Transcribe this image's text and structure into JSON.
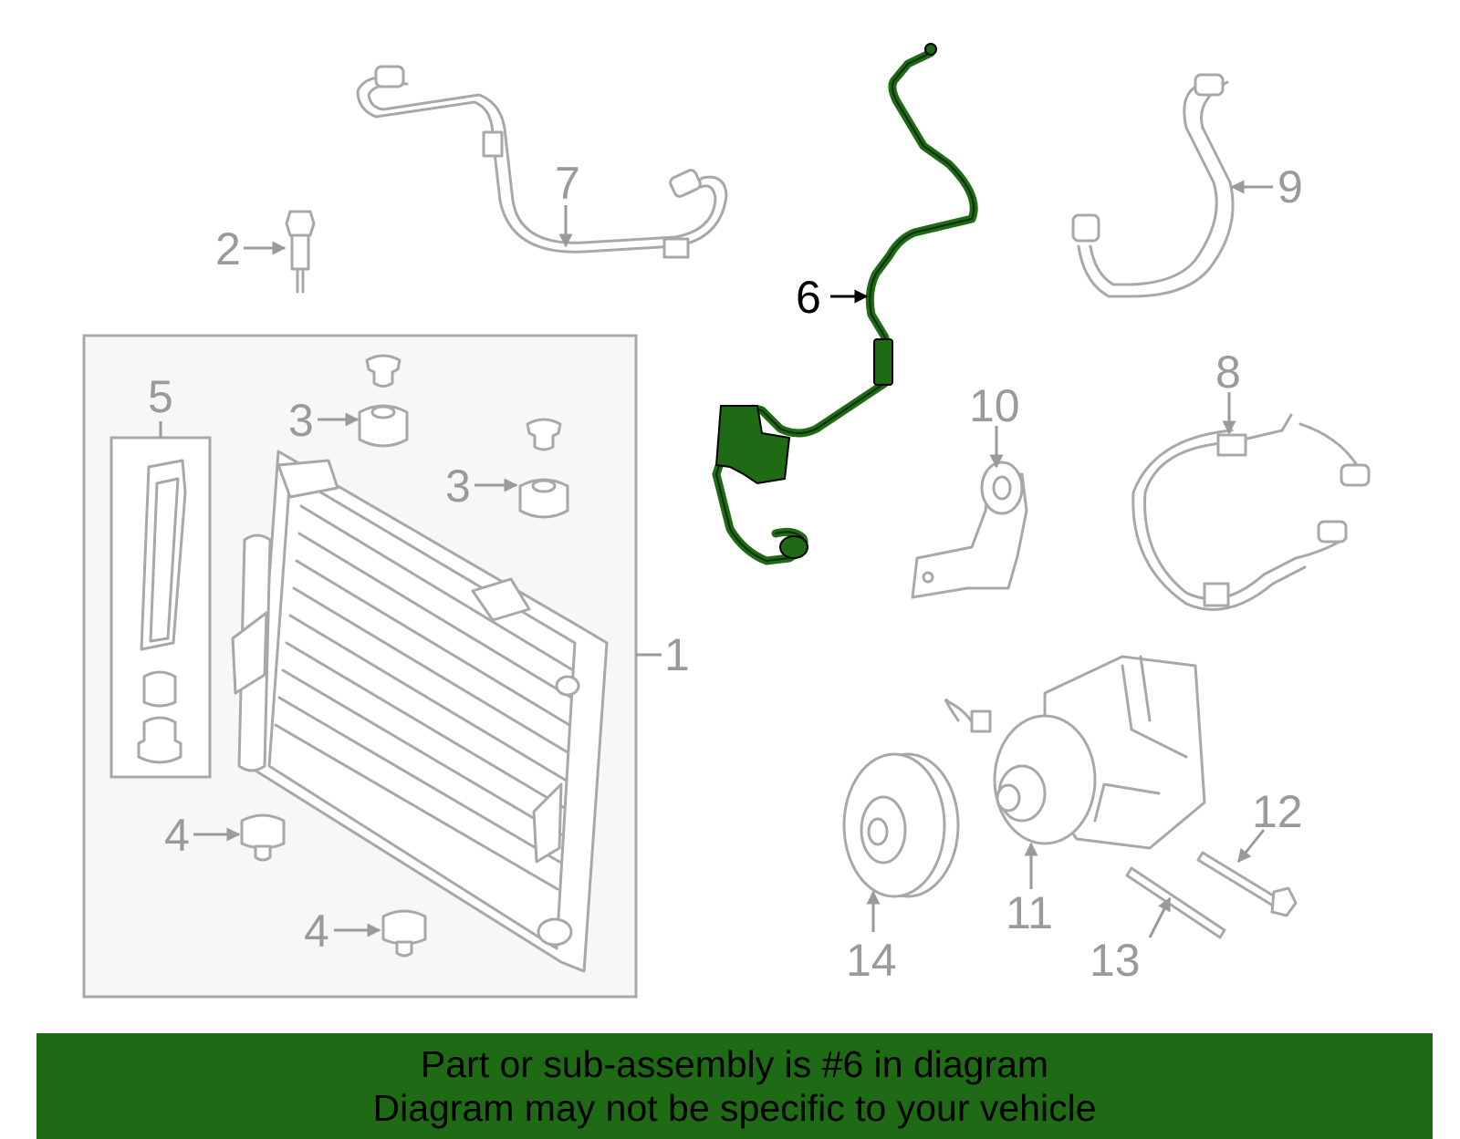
{
  "diagram": {
    "highlight_color": "#1f6b15",
    "line_color": "#a8a8a8",
    "callouts": {
      "c1": "1",
      "c2": "2",
      "c3a": "3",
      "c3b": "3",
      "c4a": "4",
      "c4b": "4",
      "c5": "5",
      "c6": "6",
      "c7": "7",
      "c8": "8",
      "c9": "9",
      "c10": "10",
      "c11": "11",
      "c12": "12",
      "c13": "13",
      "c14": "14"
    },
    "highlighted_part": "6"
  },
  "footer": {
    "line1": "Part or sub-assembly is #6 in diagram",
    "line2": "Diagram may not be specific to your vehicle",
    "background": "#1f6b15"
  }
}
